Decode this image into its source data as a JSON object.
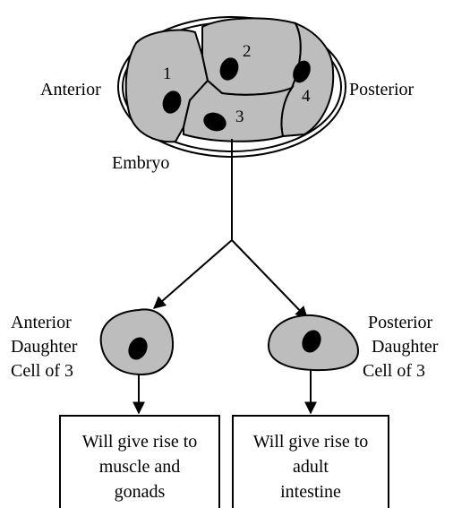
{
  "colors": {
    "cell_fill": "#bdbdbd",
    "outline": "#000000",
    "nucleus": "#000000",
    "background": "#ffffff"
  },
  "embryo": {
    "anterior_label": "Anterior",
    "posterior_label": "Posterior",
    "embryo_label": "Embryo",
    "cells": [
      {
        "number": "1"
      },
      {
        "number": "2"
      },
      {
        "number": "3"
      },
      {
        "number": "4"
      }
    ]
  },
  "anterior_daughter": {
    "label_lines": [
      "Anterior",
      "Daughter",
      "Cell of 3"
    ],
    "fate_lines": [
      "Will give rise to",
      "muscle and",
      "gonads"
    ]
  },
  "posterior_daughter": {
    "label_lines": [
      "Posterior",
      "Daughter",
      "Cell of 3"
    ],
    "fate_lines": [
      "Will give rise to",
      "adult",
      "intestine"
    ]
  }
}
